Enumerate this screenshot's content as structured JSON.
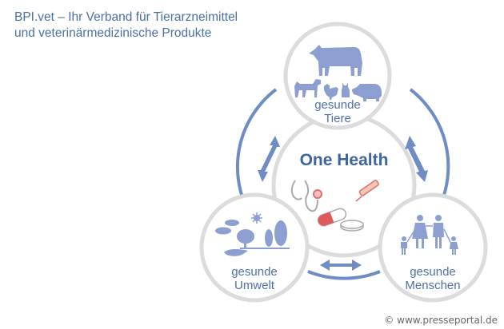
{
  "header": {
    "title_line1": "BPI.vet – Ihr Verband für Tierarzneimittel",
    "title_line2": "und veterinärmedizinische Produkte"
  },
  "diagram": {
    "center": {
      "label": "One Health",
      "icons": [
        "stethoscope-icon",
        "syringe-icon",
        "capsule-icon",
        "tablet-icon"
      ]
    },
    "nodes": [
      {
        "id": "tiere",
        "line1": "gesunde",
        "line2": "Tiere",
        "icons": [
          "cow-icon",
          "dog-icon",
          "chicken-icon",
          "cat-icon",
          "pig-icon"
        ]
      },
      {
        "id": "umwelt",
        "line1": "gesunde",
        "line2": "Umwelt",
        "icons": [
          "sun-icon",
          "cloud-icon",
          "trees-icon"
        ]
      },
      {
        "id": "menschen",
        "line1": "gesunde",
        "line2": "Menschen",
        "icons": [
          "family-icon"
        ]
      }
    ],
    "connectors": [
      "double-arrow-tiere-umwelt",
      "double-arrow-tiere-menschen",
      "double-arrow-umwelt-menschen"
    ]
  },
  "colors": {
    "accent": "#4a6fa5",
    "icon_fill": "#8c9fd0",
    "ring": "#dcdcdc",
    "arrow": "#6f8cc4",
    "pill_red": "#e05a5a"
  },
  "footer": {
    "credit": "© www.presseportal.de"
  }
}
